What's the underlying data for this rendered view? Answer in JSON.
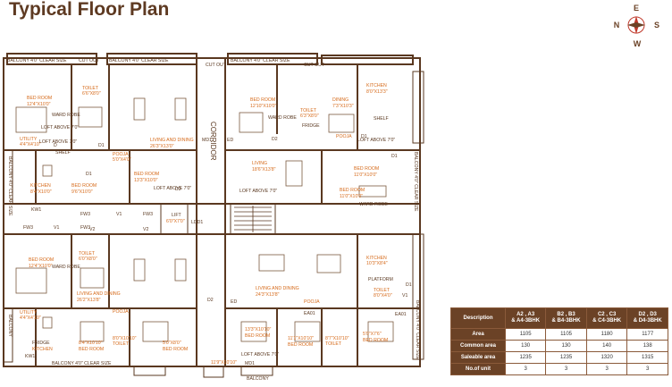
{
  "title": "Typical Floor Plan",
  "compass": {
    "n": "N",
    "e": "E",
    "s": "S",
    "w": "W"
  },
  "colors": {
    "wall": "#5a3820",
    "heading": "#5e3a22",
    "room_label": "#d66a1a",
    "table_header": "#6b4226"
  },
  "room_labels": [
    "BALCONY 4'0\" CLEAR SIZE",
    "CUT OUT",
    "BALCONY 4'0\" CLEAR SIZE",
    "CUT OUT",
    "BALCONY 4'0\" CLEAR SIZE",
    "CUT OUT",
    "BED ROOM",
    "12'4\"X10'0\"",
    "TOILET",
    "6'6\"X8'0\"",
    "WARD ROBE",
    "BED ROOM",
    "12'10\"X10'0\"",
    "WARD ROBE",
    "TOILET",
    "6'3\"X8'0\"",
    "DINING",
    "7'3\"X10'3\"",
    "KITCHEN",
    "8'0\"X13'3\"",
    "FRIDGE",
    "SHELF",
    "LOFT ABOVE 7'0\"",
    "LOFT ABOVE 7'0\"",
    "UTILITY",
    "4'4\"X4'10\"",
    "POOJA",
    "5'0\"X4'0\"",
    "LIVING AND DINING",
    "26'3\"X13'0\"",
    "CORRIDOR",
    "LIVING",
    "18'6\"X13'8\"",
    "POOJA",
    "BED ROOM",
    "13'3\"X10'0\"",
    "BED ROOM",
    "11'0\"X10'0\"",
    "KITCHEN",
    "8'4\"X10'0\"",
    "BED ROOM",
    "9'6\"X10'0\"",
    "BED ROOM",
    "11'0\"X10'0\"",
    "WARD ROBE",
    "LOFT ABOVE 7'0\"",
    "BALCONY 4'0\" CLEAR SIZE",
    "BALCONY 4'0\" CLEAR SIZE",
    "FW3",
    "V1",
    "FW3",
    "FW3",
    "V1",
    "FW3",
    "LIFT",
    "6'0\"X7'0\"",
    "LDD1",
    "KW1",
    "KW1",
    "V2",
    "V2",
    "V1",
    "BED ROOM",
    "12'4\"X10'0\"",
    "TOILET",
    "6'0\"X8'0\"",
    "WARD ROBE",
    "KITCHEN",
    "10'3\"X8'4\"",
    "PLATFORM",
    "TOILET",
    "8'0\"X4'0\"",
    "LIVING AND DINING",
    "26'2\"X13'8\"",
    "LIVING AND DINING",
    "24'3\"X13'8\"",
    "UTILITY",
    "4'4\"X4'10\"",
    "POOJA",
    "POOJA",
    "FRIDGE",
    "KITCHEN",
    "8'4\"X10'10\"",
    "BED ROOM",
    "8'0\"X10'10\"",
    "TOILET",
    "5'0\"X8'0\"",
    "BED ROOM",
    "13'3\"X10'10\"",
    "BED ROOM",
    "11'1\"X10'10\"",
    "BED ROOM",
    "8'7\"X10'10\"",
    "TOILET",
    "5'0\"X7'6\"",
    "BED ROOM",
    "11'9\"X10'10\"",
    "BALCONY",
    "BALCONY",
    "BALCONY 4'0\" CLEAR SIZE",
    "BALCONY 4'0\" CLEAR SIZE",
    "SHELF",
    "LOFT ABOVE 7'0\"",
    "LOFT ABOVE 7'0\"",
    "LOFT ABOVE 7'0\"",
    "D",
    "D1",
    "D1",
    "D2",
    "D2",
    "D1",
    "D1",
    "D2",
    "ED",
    "MD1",
    "ED",
    "MD1",
    "EA01",
    "EA01",
    "D1",
    "V1"
  ],
  "table": {
    "columns": [
      "Description",
      "A2 , A3\n& A4-3BHK",
      "B2 , B3\n& B4-3BHK",
      "C2 , C3\n& C4-3BHK",
      "D2 , D3\n& D4-3BHK"
    ],
    "rows": [
      [
        "Area",
        "1105",
        "1105",
        "1180",
        "1177"
      ],
      [
        "Common area",
        "130",
        "130",
        "140",
        "138"
      ],
      [
        "Saleable area",
        "1235",
        "1235",
        "1320",
        "1315"
      ],
      [
        "No.of unit",
        "3",
        "3",
        "3",
        "3"
      ]
    ]
  }
}
